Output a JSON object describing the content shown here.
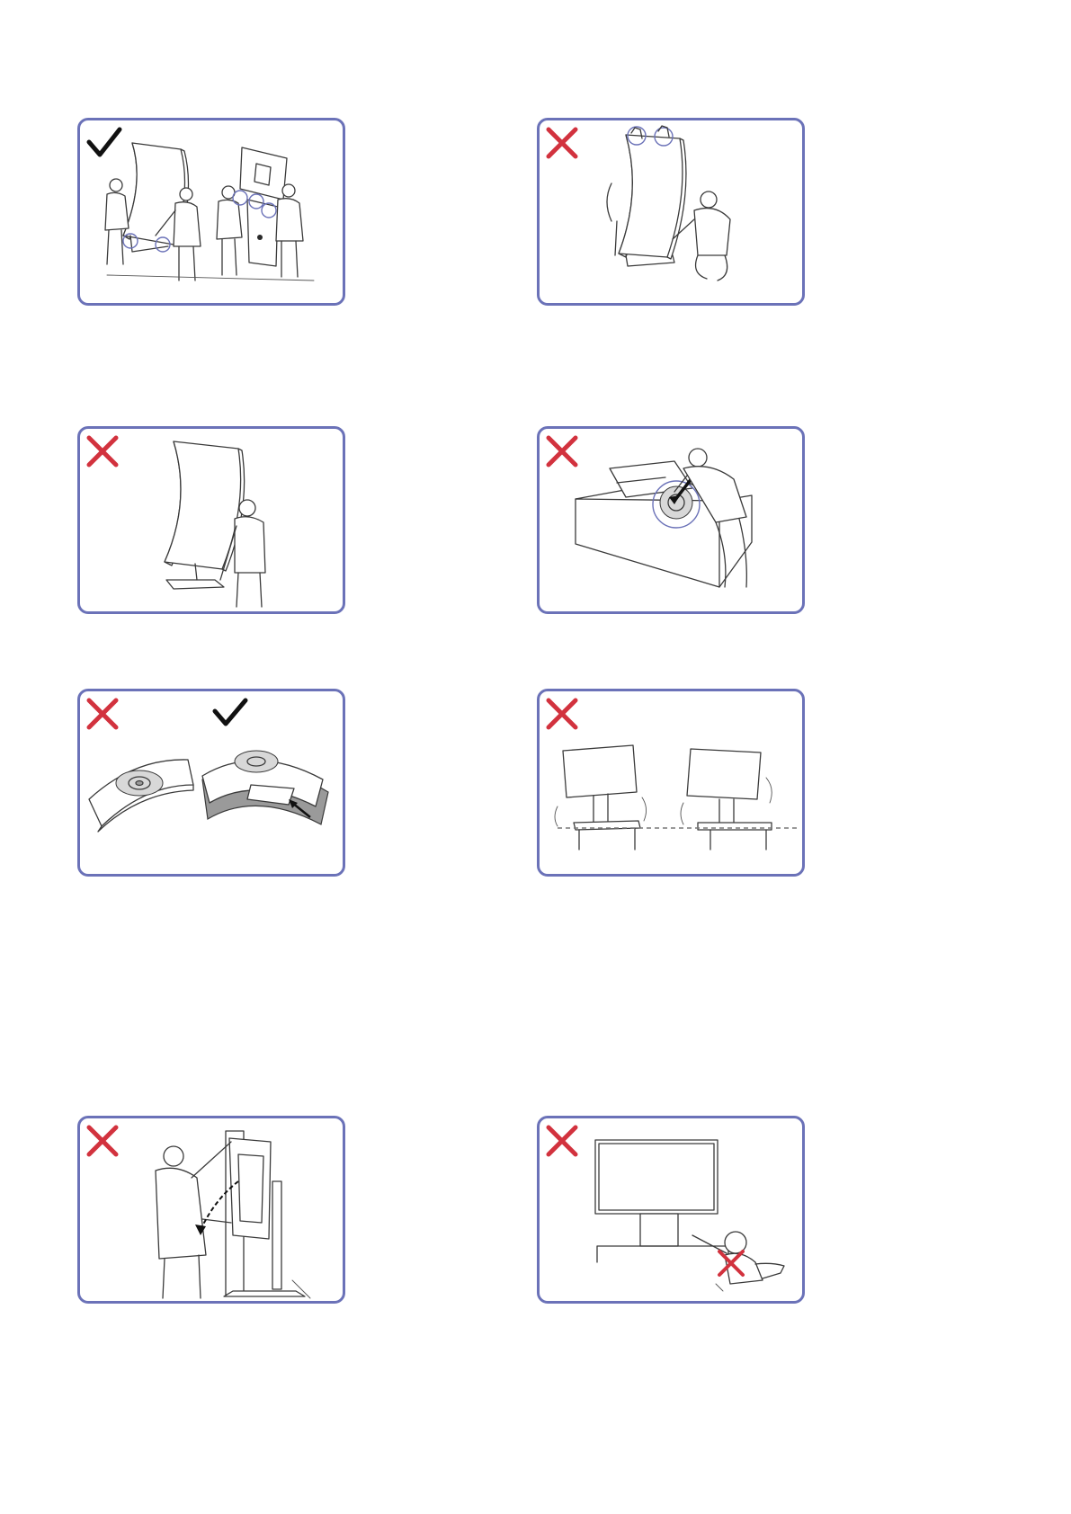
{
  "colors": {
    "panel_border": "#6b72b8",
    "mark_wrong": "#d2323e",
    "mark_right": "#111111"
  },
  "panels": [
    {
      "mark": "check-icon",
      "scene": "two-people-carrying-monitor-upright"
    },
    {
      "mark": "cross-icon",
      "scene": "person-lifting-monitor-by-top-edge"
    },
    {
      "mark": "cross-icon",
      "scene": "person-holding-monitor-by-stand"
    },
    {
      "mark": "cross-icon",
      "scene": "person-assembling-stand-on-box"
    },
    {
      "mark": "cross-icon",
      "mark2": "check-icon",
      "scene": "monitor-placed-face-down-on-cushion"
    },
    {
      "mark": "cross-icon",
      "scene": "monitor-on-unstable-surface"
    },
    {
      "mark": "cross-icon",
      "scene": "person-rotating-monitor"
    },
    {
      "mark": "cross-icon",
      "scene": "child-climbing-under-monitor"
    }
  ]
}
